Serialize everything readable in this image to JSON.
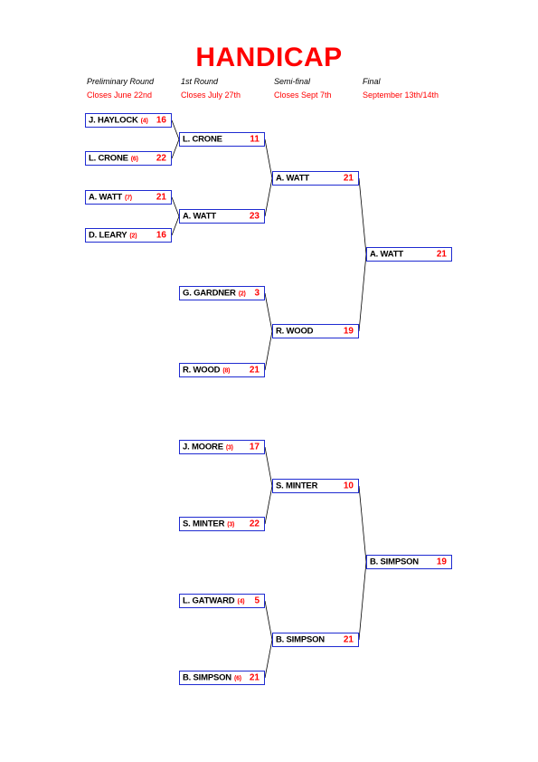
{
  "title": "HANDICAP",
  "rounds": [
    {
      "name": "Preliminary Round",
      "closes": "Closes June 22nd"
    },
    {
      "name": "1st Round",
      "closes": "Closes July 27th"
    },
    {
      "name": "Semi-final",
      "closes": "Closes Sept 7th"
    },
    {
      "name": "Final",
      "closes": "September 13th/14th"
    }
  ],
  "prelim": [
    {
      "name": "J. HAYLOCK",
      "handicap": "(4)",
      "score": "16"
    },
    {
      "name": "L. CRONE",
      "handicap": "(6)",
      "score": "22"
    },
    {
      "name": "A. WATT",
      "handicap": "(7)",
      "score": "21"
    },
    {
      "name": "D. LEARY",
      "handicap": "(2)",
      "score": "16"
    }
  ],
  "round1": [
    {
      "name": "L. CRONE",
      "handicap": "",
      "score": "11"
    },
    {
      "name": "A. WATT",
      "handicap": "",
      "score": "23"
    },
    {
      "name": "G. GARDNER",
      "handicap": "(2)",
      "score": "3"
    },
    {
      "name": "R. WOOD",
      "handicap": "(8)",
      "score": "21"
    },
    {
      "name": "J. MOORE",
      "handicap": "(3)",
      "score": "17"
    },
    {
      "name": "S. MINTER",
      "handicap": "(3)",
      "score": "22"
    },
    {
      "name": "L. GATWARD",
      "handicap": "(4)",
      "score": "5"
    },
    {
      "name": "B. SIMPSON",
      "handicap": "(6)",
      "score": "21"
    }
  ],
  "semi": [
    {
      "name": "A. WATT",
      "handicap": "",
      "score": "21"
    },
    {
      "name": "R. WOOD",
      "handicap": "",
      "score": "19"
    },
    {
      "name": "S. MINTER",
      "handicap": "",
      "score": "10"
    },
    {
      "name": "B. SIMPSON",
      "handicap": "",
      "score": "21"
    }
  ],
  "final": [
    {
      "name": "A. WATT",
      "handicap": "",
      "score": "21"
    },
    {
      "name": "B. SIMPSON",
      "handicap": "",
      "score": "19"
    }
  ]
}
